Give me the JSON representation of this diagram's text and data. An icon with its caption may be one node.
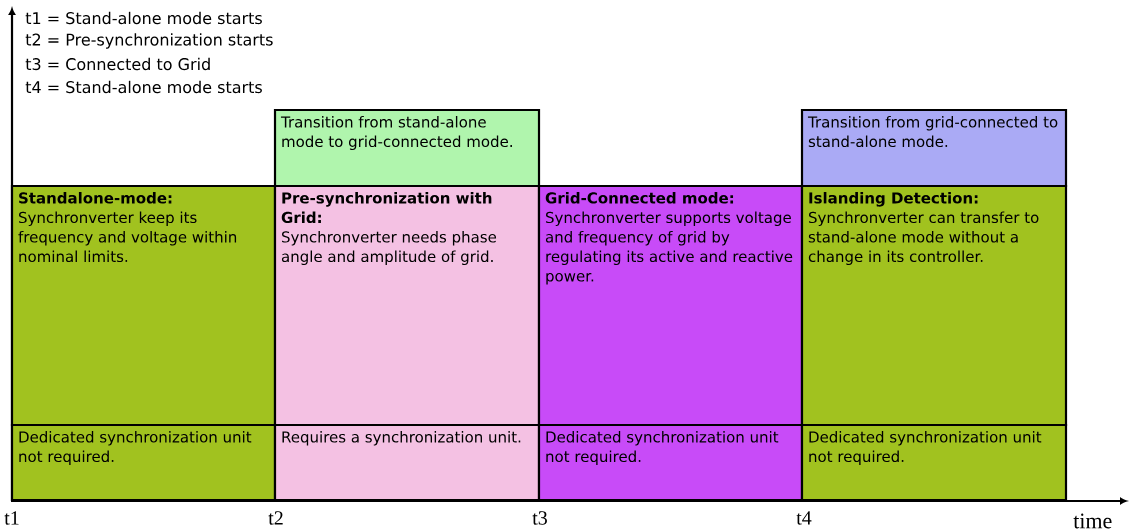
{
  "diagram": {
    "nodes": [
      {
        "text": [
          "Transition from stand-alone mode to grid-connected mode."
        ]
      },
      {
        "text": [
          "Transition from grid-connected to stand-alone mode."
        ]
      },
      {
        "text": [
          "Standalone-mode:",
          "Synchronverter keep its frequency and voltage within nominal limits."
        ]
      },
      {
        "text": [
          "Pre-synchronization with Grid:",
          "Synchronverter needs phase angle and amplitude of grid."
        ]
      },
      {
        "text": [
          "Grid-Connected mode:",
          "Synchronverter supports voltage and frequency of grid by regulating its active and reactive power."
        ]
      },
      {
        "text": [
          "Islanding Detection:",
          "Synchronverter can transfer to stand-alone mode without a change in its controller."
        ]
      },
      {
        "text": [
          "Dedicated synchronization unit not required."
        ]
      },
      {
        "text": [
          "Requires a synchronization unit."
        ]
      },
      {
        "text": [
          "Dedicated synchronization unit not required."
        ]
      },
      {
        "text": [
          "Dedicated synchronization unit not required."
        ]
      }
    ],
    "labels": [
      "t1 = Stand-alone mode starts",
      "t2 = Pre-synchronization starts",
      "t3 = Connected to Grid",
      "t4 = Stand-alone mode starts",
      "t1",
      "t2",
      "t3",
      "t4",
      "time"
    ]
  }
}
